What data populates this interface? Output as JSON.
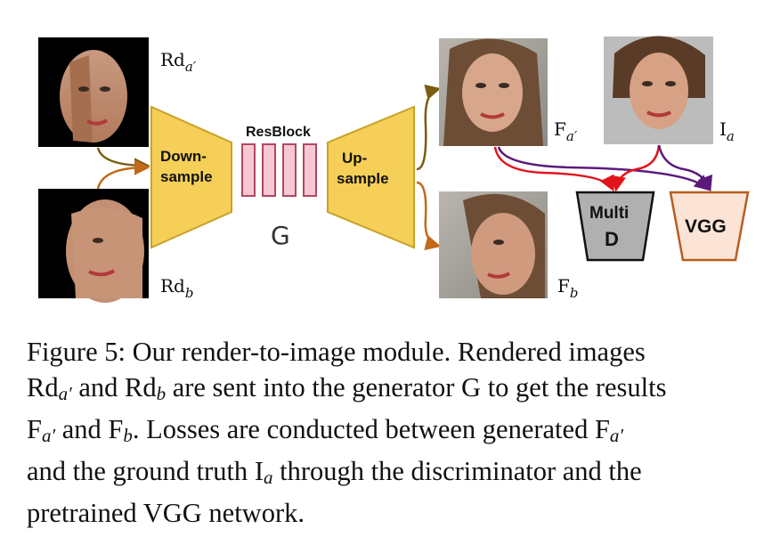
{
  "diagram": {
    "labels": {
      "rd_a": {
        "base": "Rd",
        "sub": "a′"
      },
      "rd_b": {
        "base": "Rd",
        "sub": "b"
      },
      "f_a": {
        "base": "F",
        "sub": "a′"
      },
      "f_b": {
        "base": "F",
        "sub": "b"
      },
      "i_a": {
        "base": "I",
        "sub": "a"
      }
    },
    "downsample": [
      "Down-",
      "sample"
    ],
    "upsample": [
      "Up-",
      "sample"
    ],
    "resblock": "ResBlock",
    "generator": "G",
    "multi_d": [
      "Multi",
      "D"
    ],
    "vgg": "VGG",
    "colors": {
      "trapezoid": "#f5cf57",
      "trapezoid_stroke": "#c9a227",
      "resblock": "#f7c7d4",
      "resblock_stroke": "#b0485f",
      "multi_d_fill": "#b0b0b0",
      "vgg_fill": "#fbe3d6",
      "vgg_stroke": "#b75e1f",
      "arrow_red": "#e2141b",
      "arrow_purple": "#5a1a7c",
      "arrow_olive": "#7a5c12",
      "arrow_orange": "#c2691a"
    }
  },
  "caption": {
    "prefix": "Figure 5: Our render-to-image module.  Rendered images",
    "rd": "Rd",
    "sub_a": "a′",
    "and": "and",
    "sub_b": "b",
    "sent": "are sent into the generator G to get the results",
    "f": "F",
    "losses": ".  Losses are conducted between generated",
    "truth": "and the ground truth",
    "i": "I",
    "sub_ia": "a",
    "through": "through the discriminator and the",
    "end": "pretrained VGG network."
  }
}
